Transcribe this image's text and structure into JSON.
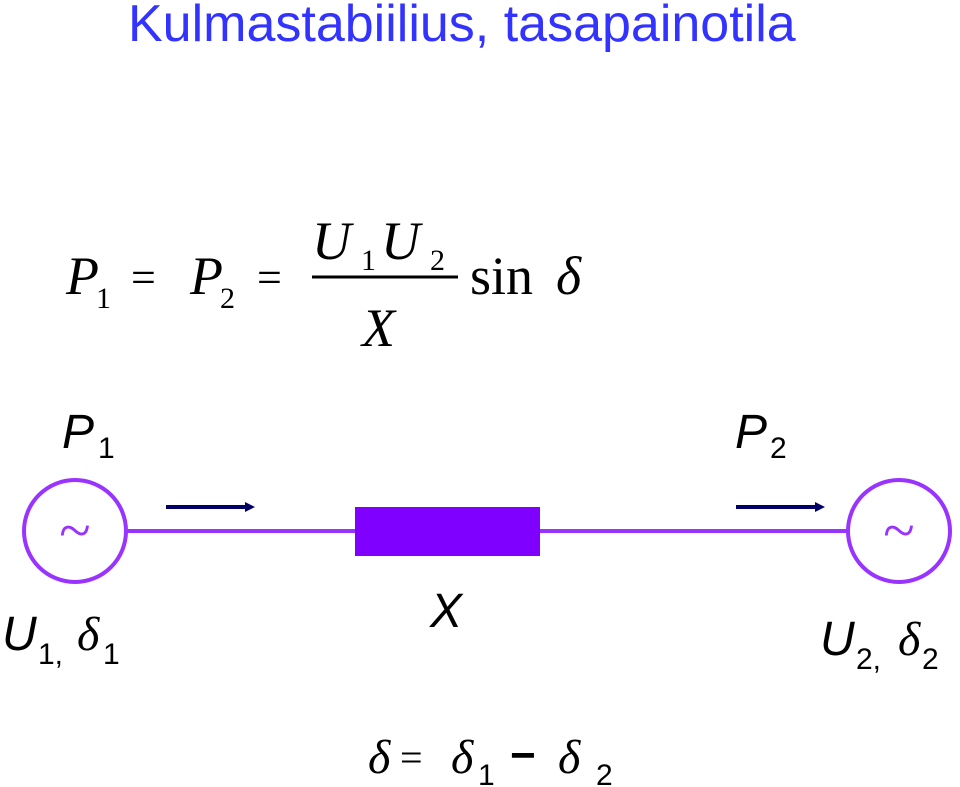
{
  "title": "Kulmastabiilius, tasapainotila",
  "formula": {
    "p": "P",
    "sub1": "1",
    "sub2": "2",
    "equals": "=",
    "u": "U",
    "x": "X",
    "sin": "sin",
    "delta": "δ"
  },
  "circuit": {
    "p_label": "P",
    "p1_sub": "1",
    "p2_sub": "2",
    "tilde": "~",
    "x_label": "X",
    "u_label": "U",
    "delta": "δ",
    "u1_sub": "1,",
    "u2_sub": "2,",
    "d1_sub": "1",
    "d2_sub": "2"
  },
  "angle_formula": {
    "delta": "δ",
    "equals": "=",
    "minus": "−",
    "sub1": "1",
    "sub2": "2"
  },
  "colors": {
    "title": "#3333ff",
    "circuit": "#9933ff",
    "reactance_fill": "#8000ff",
    "arrow": "#000066",
    "text": "#000000"
  }
}
